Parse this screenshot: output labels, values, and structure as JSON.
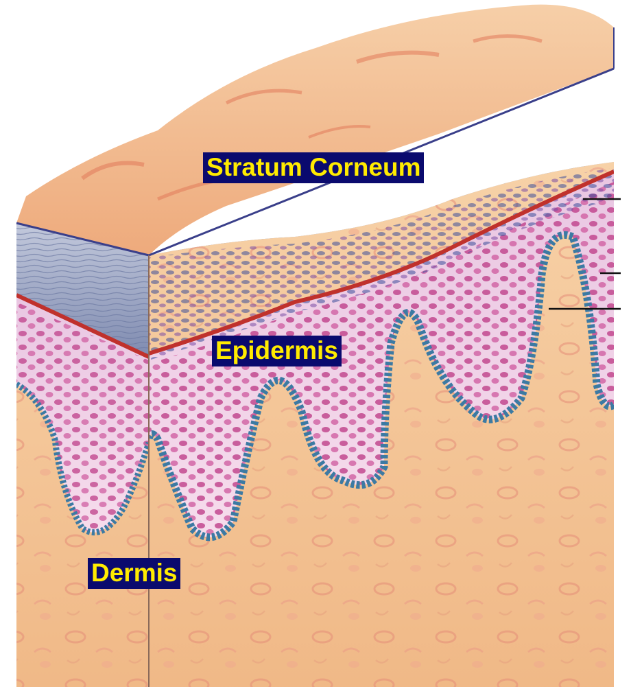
{
  "labels": {
    "stratum_corneum": "Stratum Corneum",
    "epidermis": "Epidermis",
    "dermis": "Dermis"
  },
  "colors": {
    "label_background": "#0a0a6e",
    "label_text": "#ffeb00",
    "surface": "#f2b98a",
    "stratum_corneum": "#9aa6c4",
    "epidermis": "#f3d0e6",
    "cell": "#c24a93",
    "basal_layer": "#4f86a8",
    "dermis": "#f4c79a"
  }
}
